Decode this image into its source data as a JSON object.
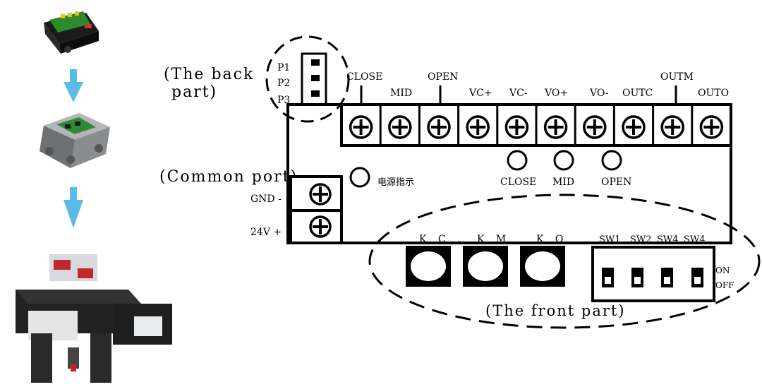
{
  "labels": {
    "back_part": [
      "(The back",
      "part)"
    ],
    "common_port": "(Common port)",
    "front_part": "(The front part)",
    "power_indicator": "电源指示"
  },
  "back_pins": [
    "P1",
    "P2",
    "P3"
  ],
  "top_terminals": [
    "CLOSE",
    "MID",
    "OPEN",
    "VC+",
    "VC-",
    "VO+",
    "VO-",
    "OUTC",
    "OUTM",
    "OUTO"
  ],
  "indicators": [
    "CLOSE",
    "MID",
    "OPEN"
  ],
  "power_terminals": [
    "GND -",
    "24V +"
  ],
  "buttons": [
    "K C",
    "K M",
    "K O"
  ],
  "dip_switches": [
    "SW1",
    "SW2",
    "SW4",
    "SW4"
  ],
  "switch_states": {
    "on": "ON",
    "off": "OFF"
  },
  "colors": {
    "arrow": "#5bbbe8",
    "line": "#000000"
  },
  "product_images": [
    "circuit-board-module",
    "board-in-housing",
    "valve-limit-switch-box"
  ]
}
